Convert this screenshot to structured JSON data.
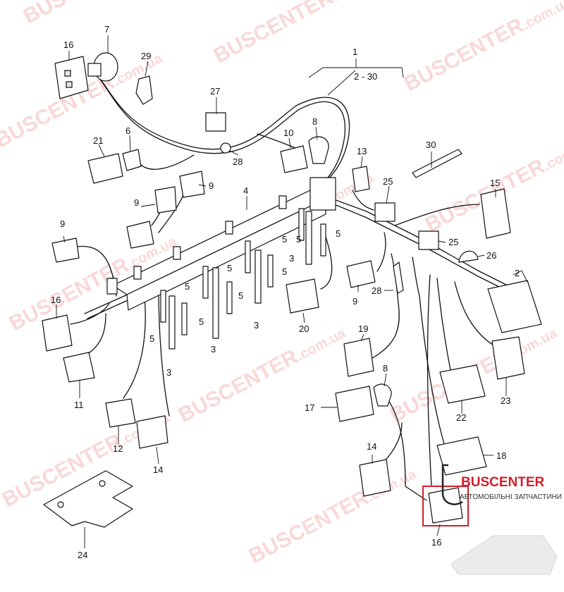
{
  "watermark": {
    "text": "BUSCENTER",
    "domain": ".com.ua"
  },
  "brand": {
    "name": "BUSCENTER",
    "tagline": "АВТОМОБІЛЬНІ ЗАПЧАСТИНИ",
    "color": "#d21f2b"
  },
  "callouts": [
    {
      "id": "c1",
      "label": "1"
    },
    {
      "id": "c2-30",
      "label": "2 - 30"
    },
    {
      "id": "c2",
      "label": "2"
    },
    {
      "id": "c3a",
      "label": "3"
    },
    {
      "id": "c3b",
      "label": "3"
    },
    {
      "id": "c3c",
      "label": "3"
    },
    {
      "id": "c3d",
      "label": "3"
    },
    {
      "id": "c4",
      "label": "4"
    },
    {
      "id": "c5a",
      "label": "5"
    },
    {
      "id": "c5b",
      "label": "5"
    },
    {
      "id": "c5c",
      "label": "5"
    },
    {
      "id": "c5d",
      "label": "5"
    },
    {
      "id": "c5e",
      "label": "5"
    },
    {
      "id": "c5f",
      "label": "5"
    },
    {
      "id": "c5g",
      "label": "5"
    },
    {
      "id": "c5h",
      "label": "5"
    },
    {
      "id": "c5i",
      "label": "5"
    },
    {
      "id": "c6",
      "label": "6"
    },
    {
      "id": "c7",
      "label": "7"
    },
    {
      "id": "c8a",
      "label": "8"
    },
    {
      "id": "c8b",
      "label": "8"
    },
    {
      "id": "c9a",
      "label": "9"
    },
    {
      "id": "c9b",
      "label": "9"
    },
    {
      "id": "c9c",
      "label": "9"
    },
    {
      "id": "c9d",
      "label": "9"
    },
    {
      "id": "c10",
      "label": "10"
    },
    {
      "id": "c11",
      "label": "11"
    },
    {
      "id": "c12",
      "label": "12"
    },
    {
      "id": "c13",
      "label": "13"
    },
    {
      "id": "c14a",
      "label": "14"
    },
    {
      "id": "c14b",
      "label": "14"
    },
    {
      "id": "c15",
      "label": "15"
    },
    {
      "id": "c16a",
      "label": "16"
    },
    {
      "id": "c16b",
      "label": "16"
    },
    {
      "id": "c16c",
      "label": "16"
    },
    {
      "id": "c17",
      "label": "17"
    },
    {
      "id": "c18",
      "label": "18"
    },
    {
      "id": "c19",
      "label": "19"
    },
    {
      "id": "c20",
      "label": "20"
    },
    {
      "id": "c21",
      "label": "21"
    },
    {
      "id": "c22",
      "label": "22"
    },
    {
      "id": "c23",
      "label": "23"
    },
    {
      "id": "c24",
      "label": "24"
    },
    {
      "id": "c25a",
      "label": "25"
    },
    {
      "id": "c25b",
      "label": "25"
    },
    {
      "id": "c26",
      "label": "26"
    },
    {
      "id": "c27",
      "label": "27"
    },
    {
      "id": "c28a",
      "label": "28"
    },
    {
      "id": "c28b",
      "label": "28"
    },
    {
      "id": "c29",
      "label": "29"
    },
    {
      "id": "c30",
      "label": "30"
    }
  ]
}
